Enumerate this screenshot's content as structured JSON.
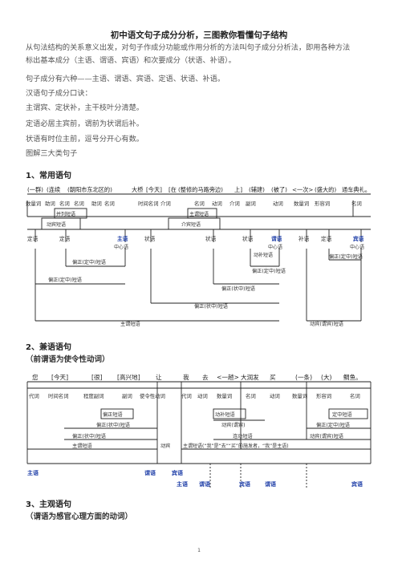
{
  "title": "初中语文句子成分分析，三图教你看懂句子结构",
  "intro": [
    "从句法结构的关系意义出发，对句子作成分功能或作用分析的方法叫句子成分分析法，即用各种方法",
    "标出基本成分（主语、谓语、宾语）和次要成分（状语、补语）。",
    "句子成分有六种——主语、谓语、宾语、定语、状语、补语。",
    "汉语句子成分口诀：",
    "主谓宾、定状补，主干枝叶分清楚。",
    "定语必居主宾前，谓前为状谓后补。",
    "状语有时位主前，逗号分开心有数。",
    "图解三大类句子"
  ],
  "section1": {
    "heading": "1、常用语句",
    "words": [
      "(一群)",
      "(连续",
      "(朝阳市东北区的)",
      "大桥",
      "[今天]",
      "[在",
      "(整修的马路旁边)",
      "上]",
      "(辅建)",
      "(被了)",
      "<一次>",
      "(盛大的)",
      "通车典礼。"
    ],
    "pos": [
      "数量词",
      "助词",
      "名词",
      "名词",
      "助词",
      "名词",
      "时间名词",
      "介词",
      "名词",
      "动词",
      "介词",
      "副词",
      "动词",
      "数量词",
      "形容词",
      "名词"
    ],
    "inner": [
      "动宾短语",
      "并列短语",
      "动宾短语",
      "主谓短语",
      "介宾短语",
      "中心语",
      "动补短语"
    ],
    "roles": [
      "定语",
      "定语",
      "主语",
      "状语",
      "状语",
      "状语",
      "谓语",
      "补语",
      "定语",
      "宾语"
    ],
    "zhongxin": [
      "中心语",
      "中心语",
      "中心语"
    ],
    "brackets": [
      "偏正(定中)短语",
      "偏正(定中)短语",
      "偏正(定中)短语",
      "偏正(定中)短语",
      "偏正(状中)短语",
      "偏正(状中)短语",
      "主谓短语",
      "动宾(谓宾)短语"
    ]
  },
  "section2": {
    "heading": "2、兼语语句",
    "sub": "（前谓语为使令性动词）",
    "words": [
      "您",
      "[今天]",
      "[很]",
      "[高兴地]",
      "让",
      "我",
      "去",
      "<一趟>",
      "大润发",
      "买",
      "(一条)",
      "(大)",
      "鲷鱼。"
    ],
    "pos": [
      "代词",
      "时间名词",
      "程度副词",
      "副词",
      "使令性动词",
      "代词",
      "动词",
      "数量词",
      "名词",
      "动词",
      "数量词",
      "形容词",
      "名词"
    ],
    "inner": [
      "偏正短语",
      "动补短语",
      "定中短语",
      "偏正(状中)短语",
      "动宾(谓宾)",
      "偏正(定中)短语",
      "偏正(状中)短语",
      "连动短语",
      "动宾(谓宾)短语"
    ],
    "brackets": [
      "主谓短语",
      "动宾",
      "主谓短语(“我”是“去”“买”的施发者，“我”是主语)"
    ],
    "roles": [
      "主语",
      "谓语",
      "宾语",
      "主语",
      "谓语",
      "宾语",
      "谓语",
      "宾语"
    ]
  },
  "section3": {
    "heading": "3、主观语句",
    "sub": "（谓语为感官心理方面的动词）"
  },
  "page_number": "1",
  "colors": {
    "label_blue": "#1f3fa8",
    "line": "#222222"
  }
}
